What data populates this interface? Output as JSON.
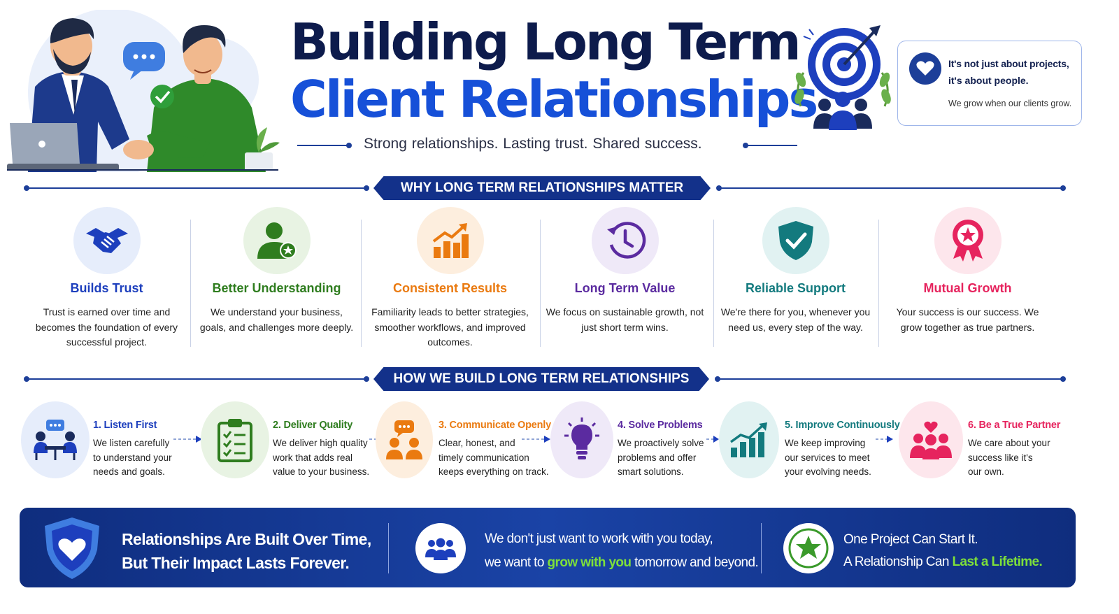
{
  "header": {
    "title_line1": "Building Long Term",
    "title_line2": "Client Relationships",
    "tagline": "Strong relationships.  Lasting trust.  Shared success."
  },
  "quote_card": {
    "line1": "It's not just about projects,",
    "line2": "it's about people.",
    "line3": "We grow when our clients grow."
  },
  "why_section": {
    "heading": "WHY LONG TERM RELATIONSHIPS MATTER",
    "items": [
      {
        "title": "Builds Trust",
        "desc": "Trust is earned over time and becomes the foundation of every successful project.",
        "color": "#1d3fbd",
        "bg": "#e6edfb",
        "icon": "handshake-icon"
      },
      {
        "title": "Better Understanding",
        "desc": "We understand your business, goals, and challenges more deeply.",
        "color": "#2f7d1f",
        "bg": "#e8f3e3",
        "icon": "person-star-icon"
      },
      {
        "title": "Consistent Results",
        "desc": "Familiarity leads to better strategies, smoother workflows, and improved outcomes.",
        "color": "#ea7a10",
        "bg": "#fdeede",
        "icon": "growth-chart-icon"
      },
      {
        "title": "Long Term Value",
        "desc": "We focus on sustainable growth, not just short term wins.",
        "color": "#5b2ba0",
        "bg": "#efe9f8",
        "icon": "clock-icon"
      },
      {
        "title": "Reliable Support",
        "desc": "We're there for you, whenever you need us, every step of the way.",
        "color": "#137a7e",
        "bg": "#e1f2f2",
        "icon": "shield-check-icon"
      },
      {
        "title": "Mutual Growth",
        "desc": "Your success is our success. We grow together as true partners.",
        "color": "#e6245e",
        "bg": "#fde6ec",
        "icon": "award-ribbon-icon"
      }
    ]
  },
  "how_section": {
    "heading": "HOW WE BUILD LONG TERM RELATIONSHIPS",
    "steps": [
      {
        "title": "1. Listen First",
        "l1": "We listen carefully",
        "l2": "to understand your",
        "l3": "needs and goals.",
        "color": "#1d3fbd",
        "bg": "#e6edfb",
        "icon": "meeting-icon"
      },
      {
        "title": "2. Deliver Quality",
        "l1": "We deliver high quality",
        "l2": "work that adds real",
        "l3": "value to your business.",
        "color": "#2f7d1f",
        "bg": "#e8f3e3",
        "icon": "checklist-icon"
      },
      {
        "title": "3. Communicate Openly",
        "l1": "Clear, honest, and",
        "l2": "timely communication",
        "l3": "keeps everything on track.",
        "color": "#ea7a10",
        "bg": "#fdeede",
        "icon": "chat-people-icon"
      },
      {
        "title": "4. Solve Problems",
        "l1": "We proactively solve",
        "l2": "problems and offer",
        "l3": "smart solutions.",
        "color": "#5b2ba0",
        "bg": "#efe9f8",
        "icon": "lightbulb-icon"
      },
      {
        "title": "5. Improve Continuously",
        "l1": "We keep improving",
        "l2": "our services to meet",
        "l3": "your evolving needs.",
        "color": "#137a7e",
        "bg": "#e1f2f2",
        "icon": "bar-growth-icon"
      },
      {
        "title": "6. Be a True Partner",
        "l1": "We care about your",
        "l2": "success like it's",
        "l3": "our own.",
        "color": "#e6245e",
        "bg": "#fde6ec",
        "icon": "team-heart-icon"
      }
    ]
  },
  "footer": {
    "block1_line1": "Relationships Are Built Over Time,",
    "block1_line2": "But Their Impact Lasts Forever.",
    "block2_line1": "We don't just want to work with you today,",
    "block2_line2_pre": "we want to ",
    "block2_line2_hl": "grow with you",
    "block2_line2_post": " tomorrow and beyond.",
    "block3_line1": "One Project Can Start It.",
    "block3_line2_pre": "A Relationship Can ",
    "block3_line2_hl": "Last a Lifetime."
  }
}
